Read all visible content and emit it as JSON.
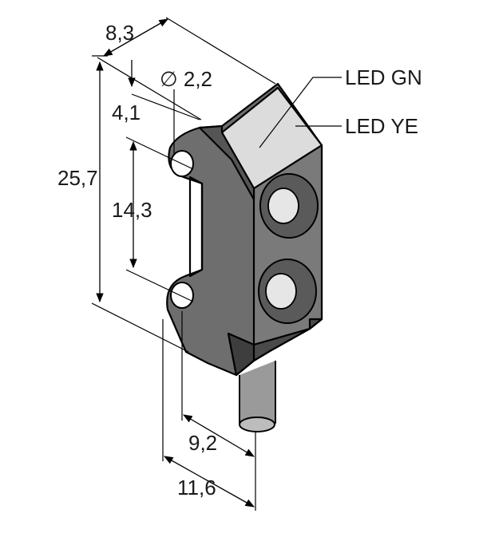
{
  "dimensions": {
    "top_depth": "8,3",
    "hole_diameter": "∅ 2,2",
    "hole_offset": "4,1",
    "overall_height": "25,7",
    "hole_spacing": "14,3",
    "hole_to_cable": "9,2",
    "overall_depth": "11,6"
  },
  "labels": {
    "led_green": "LED GN",
    "led_yellow": "LED YE"
  },
  "colors": {
    "body_side": "#6e6e6e",
    "body_front": "#7a7a7a",
    "body_dark": "#4a4a4a",
    "top_window": "#dcdcdc",
    "lens": "#e6e6e6",
    "cable": "#9a9a9a"
  }
}
